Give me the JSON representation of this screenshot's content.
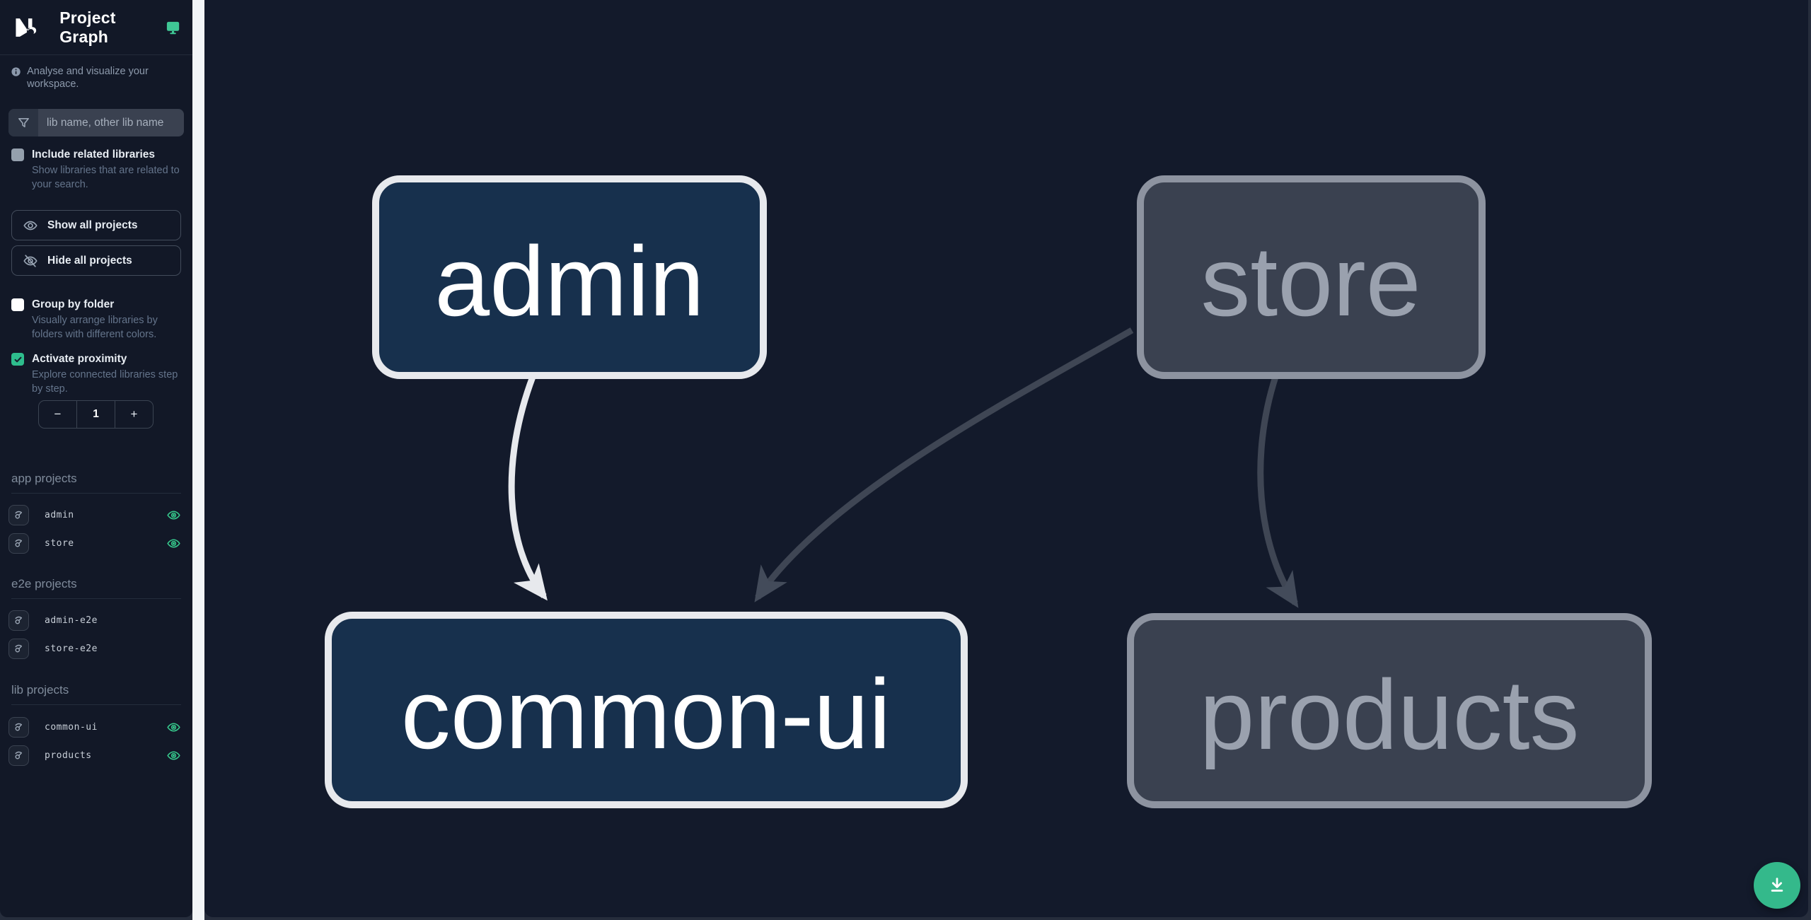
{
  "header": {
    "title": "Project Graph"
  },
  "sidebar": {
    "tagline": "Analyse and visualize your workspace.",
    "filter_placeholder": "lib name, other lib name",
    "include_related": {
      "label": "Include related libraries",
      "desc": "Show libraries that are related to your search.",
      "checked": false
    },
    "show_all_label": "Show all projects",
    "hide_all_label": "Hide all projects",
    "group_by_folder": {
      "label": "Group by folder",
      "desc": "Visually arrange libraries by folders with different colors.",
      "checked": false
    },
    "proximity": {
      "label": "Activate proximity",
      "desc": "Explore connected libraries step by step.",
      "checked": true,
      "decrement_label": "−",
      "value": "1",
      "increment_label": "+"
    },
    "sections": [
      {
        "title": "app projects",
        "items": [
          {
            "name": "admin",
            "visible": true
          },
          {
            "name": "store",
            "visible": true
          }
        ]
      },
      {
        "title": "e2e projects",
        "items": [
          {
            "name": "admin-e2e",
            "visible": false
          },
          {
            "name": "store-e2e",
            "visible": false
          }
        ]
      },
      {
        "title": "lib projects",
        "items": [
          {
            "name": "common-ui",
            "visible": true
          },
          {
            "name": "products",
            "visible": true
          }
        ]
      }
    ]
  },
  "graph": {
    "nodes": [
      {
        "id": "admin",
        "label": "admin",
        "state": "focused"
      },
      {
        "id": "store",
        "label": "store",
        "state": "unfocused"
      },
      {
        "id": "common-ui",
        "label": "common-ui",
        "state": "focused"
      },
      {
        "id": "products",
        "label": "products",
        "state": "unfocused"
      }
    ],
    "edges": [
      {
        "from": "admin",
        "to": "common-ui"
      },
      {
        "from": "store",
        "to": "common-ui"
      },
      {
        "from": "store",
        "to": "products"
      }
    ]
  },
  "colors": {
    "accent_green": "#34b98b",
    "eye_green": "#36c78c",
    "monitor_teal": "#3fc795",
    "node_focused_fill": "#17304d",
    "node_focused_border": "#e7e9ed",
    "node_unfocused_fill": "#3a4150",
    "node_unfocused_border": "#8d93a0",
    "node_unfocused_text": "#9aa1ae",
    "edge_light": "#e7e9ed",
    "edge_dark": "#3f4654",
    "canvas_bg": "#131a2b",
    "sidebar_bg": "#121827"
  }
}
